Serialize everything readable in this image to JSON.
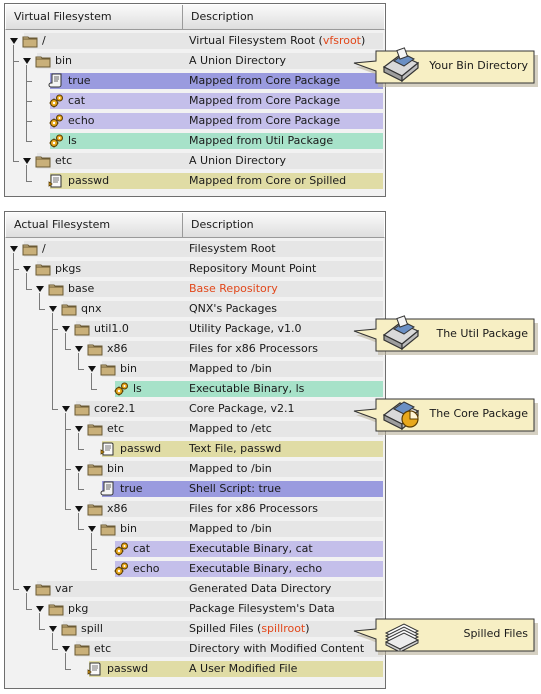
{
  "virtual_panel": {
    "col1": "Virtual Filesystem",
    "col2": "Description",
    "rows": [
      {
        "level": 0,
        "expand": true,
        "icon": "folder-icon",
        "label": "/",
        "desc": "Virtual Filesystem Root (",
        "desc_red": "vfsroot",
        "desc_after": ")",
        "color": ""
      },
      {
        "level": 1,
        "expand": true,
        "icon": "folder-icon",
        "label": "bin",
        "desc": "A Union Directory",
        "color": ""
      },
      {
        "level": 2,
        "expand": false,
        "icon": "script-icon",
        "label": "true",
        "desc": "Mapped from Core Package",
        "color": "#9a9bdf"
      },
      {
        "level": 2,
        "expand": false,
        "icon": "gear-icon",
        "label": "cat",
        "desc": "Mapped from Core Package",
        "color": "#c4bfea"
      },
      {
        "level": 2,
        "expand": false,
        "icon": "gear-icon",
        "label": "echo",
        "desc": "Mapped from Core Package",
        "color": "#c4bfea"
      },
      {
        "level": 2,
        "expand": false,
        "icon": "gear-icon",
        "label": "ls",
        "desc": "Mapped from Util Package",
        "color": "#a7e2c9"
      },
      {
        "level": 1,
        "expand": true,
        "icon": "folder-icon",
        "label": "etc",
        "desc": "A Union Directory",
        "color": ""
      },
      {
        "level": 2,
        "expand": false,
        "icon": "text-file-icon",
        "label": "passwd",
        "desc": "Mapped from Core or Spilled",
        "color": "#e0dca5"
      }
    ]
  },
  "actual_panel": {
    "col1": "Actual Filesystem",
    "col2": "Description",
    "rows": [
      {
        "level": 0,
        "expand": true,
        "icon": "folder-icon",
        "label": "/",
        "desc": "Filesystem Root",
        "color": ""
      },
      {
        "level": 1,
        "expand": true,
        "icon": "folder-icon",
        "label": "pkgs",
        "desc": "Repository Mount Point",
        "color": ""
      },
      {
        "level": 2,
        "expand": true,
        "icon": "folder-icon",
        "label": "base",
        "desc": "",
        "desc_red": "Base Repository",
        "color": ""
      },
      {
        "level": 3,
        "expand": true,
        "icon": "folder-icon",
        "label": "qnx",
        "desc": "QNX's Packages",
        "color": ""
      },
      {
        "level": 4,
        "expand": true,
        "icon": "folder-icon",
        "label": "util1.0",
        "desc": "Utility Package, v1.0",
        "color": ""
      },
      {
        "level": 5,
        "expand": true,
        "icon": "folder-icon",
        "label": "x86",
        "desc": "Files for x86 Processors",
        "color": ""
      },
      {
        "level": 6,
        "expand": true,
        "icon": "folder-icon",
        "label": "bin",
        "desc": "Mapped to /bin",
        "color": ""
      },
      {
        "level": 7,
        "expand": false,
        "icon": "gear-icon",
        "label": "ls",
        "desc": "Executable Binary, ls",
        "color": "#a7e2c9"
      },
      {
        "level": 4,
        "expand": true,
        "icon": "folder-icon",
        "label": "core2.1",
        "desc": "Core Package, v2.1",
        "color": ""
      },
      {
        "level": 5,
        "expand": true,
        "icon": "folder-icon",
        "label": "etc",
        "desc": "Mapped to /etc",
        "color": ""
      },
      {
        "level": 6,
        "expand": false,
        "icon": "text-file-icon",
        "label": "passwd",
        "desc": "Text File, passwd",
        "color": "#e0dca5"
      },
      {
        "level": 5,
        "expand": true,
        "icon": "folder-icon",
        "label": "bin",
        "desc": "Mapped to /bin",
        "color": ""
      },
      {
        "level": 6,
        "expand": false,
        "icon": "script-icon",
        "label": "true",
        "desc": "Shell Script: true",
        "color": "#9a9bdf"
      },
      {
        "level": 5,
        "expand": true,
        "icon": "folder-icon",
        "label": "x86",
        "desc": "Files for x86 Processors",
        "color": ""
      },
      {
        "level": 6,
        "expand": true,
        "icon": "folder-icon",
        "label": "bin",
        "desc": "Mapped to /bin",
        "color": ""
      },
      {
        "level": 7,
        "expand": false,
        "icon": "gear-icon",
        "label": "cat",
        "desc": "Executable Binary, cat",
        "color": "#c4bfea"
      },
      {
        "level": 7,
        "expand": false,
        "icon": "gear-icon",
        "label": "echo",
        "desc": "Executable Binary, echo",
        "color": "#c4bfea"
      },
      {
        "level": 1,
        "expand": true,
        "icon": "folder-icon",
        "label": "var",
        "desc": "Generated Data Directory",
        "color": ""
      },
      {
        "level": 2,
        "expand": true,
        "icon": "folder-icon",
        "label": "pkg",
        "desc": "Package Filesystem's Data",
        "color": ""
      },
      {
        "level": 3,
        "expand": true,
        "icon": "folder-icon",
        "label": "spill",
        "desc": "Spilled Files (",
        "desc_red": "spillroot",
        "desc_after": ")",
        "color": ""
      },
      {
        "level": 4,
        "expand": true,
        "icon": "folder-icon",
        "label": "etc",
        "desc": "Directory with Modified Content",
        "color": ""
      },
      {
        "level": 5,
        "expand": false,
        "icon": "text-file-icon",
        "label": "passwd",
        "desc": "A User Modified File",
        "color": "#e0dca5"
      }
    ]
  },
  "callouts": [
    {
      "label": "Your Bin Directory",
      "icon": "disk-drive-icon"
    },
    {
      "label": "The Util Package",
      "icon": "disk-drive-icon"
    },
    {
      "label": "The Core Package",
      "icon": "disk-drive-pie-icon"
    },
    {
      "label": "Spilled Files",
      "icon": "paper-stack-icon"
    }
  ],
  "colors": {
    "row_bar": "#e6e6e6",
    "shell_script": "#9a9bdf",
    "binary": "#c4bfea",
    "util_binary": "#a7e2c9",
    "text_file": "#e0dca5",
    "red_text": "#e2471a",
    "callout_fill": "#f7efc4"
  }
}
